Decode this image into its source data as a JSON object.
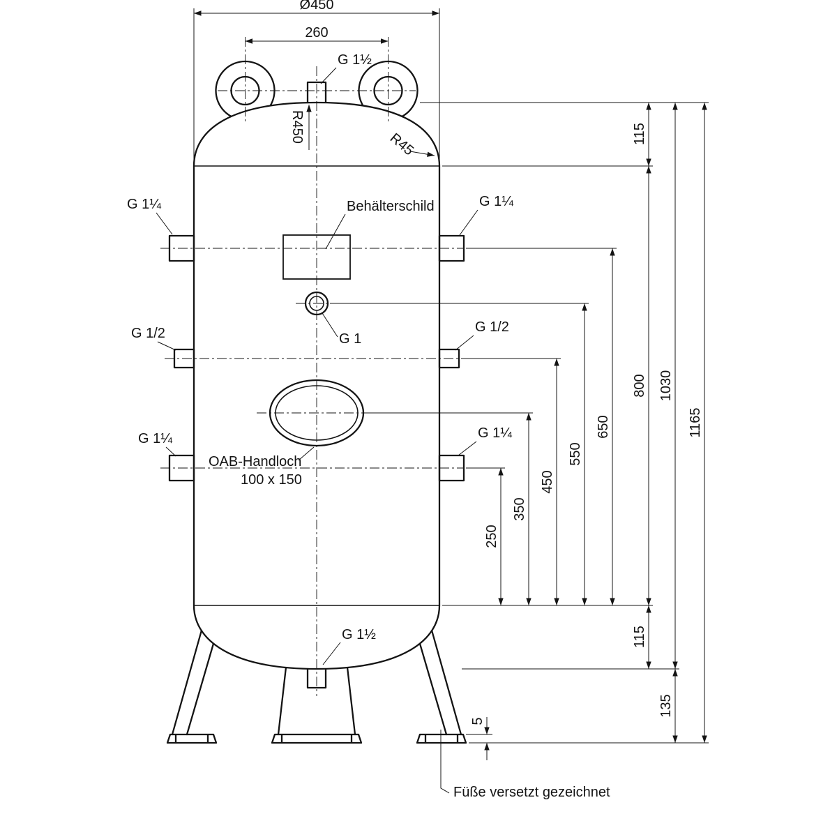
{
  "dims": {
    "outer_diameter": "Ø450",
    "lug_spacing": "260",
    "crown_radius": "R450",
    "knuckle_radius": "R45",
    "top_head": "115",
    "bottom_head": "115",
    "shell": "800",
    "h650": "650",
    "h550": "550",
    "h450": "450",
    "h350": "350",
    "h250": "250",
    "tangent_height": "1030",
    "overall_height": "1165",
    "leg_height": "135",
    "foot_plate": "5"
  },
  "connections": {
    "top_center": "G 1½",
    "left_upper": "G 1¼",
    "left_middle": "G 1/2",
    "left_lower": "G 1¼",
    "right_upper": "G 1¼",
    "right_middle": "G 1/2",
    "right_lower": "G 1¼",
    "front_center": "G 1",
    "bottom_center": "G 1½"
  },
  "labels": {
    "nameplate": "Behälterschild",
    "handhole_name": "OAB-Handloch",
    "handhole_size": "100 x 150",
    "feet_note": "Füße versetzt gezeichnet"
  },
  "colors": {
    "line": "#141414",
    "background": "#ffffff"
  }
}
